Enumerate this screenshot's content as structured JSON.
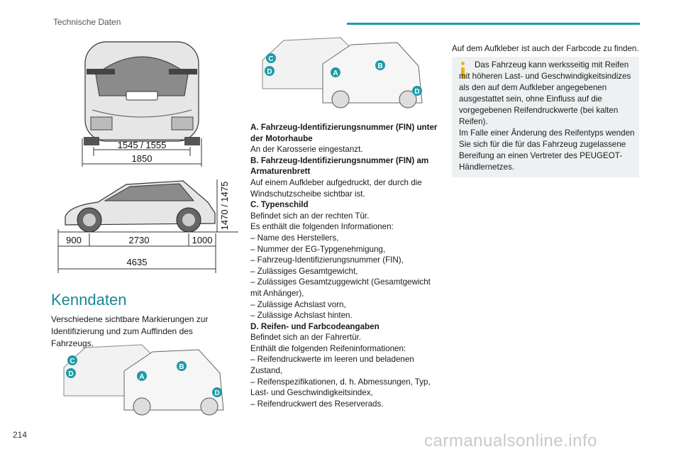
{
  "header": {
    "title": "Technische Daten"
  },
  "page_number": "214",
  "watermark": "carmanualsonline.info",
  "figures": {
    "rear_view": {
      "dim_track": "1545 / 1555",
      "dim_width": "1850"
    },
    "side_view": {
      "dim_height": "1470 / 1475",
      "dim_front": "900",
      "dim_wheelbase": "2730",
      "dim_rear": "1000",
      "dim_length": "4635"
    },
    "labels": [
      "A",
      "B",
      "C",
      "D"
    ]
  },
  "section": {
    "title": "Kenndaten",
    "intro": "Verschiedene sichtbare Markierungen zur Identifizierung und zum Auffinden des Fahrzeugs."
  },
  "column2": [
    {
      "type": "h",
      "text": "A. Fahrzeug-Identifizierungsnummer (FIN) unter der Motorhaube"
    },
    {
      "type": "p",
      "text": "An der Karosserie eingestanzt."
    },
    {
      "type": "h",
      "text": "B. Fahrzeug-Identifizierungsnummer (FIN) am Armaturenbrett"
    },
    {
      "type": "p",
      "text": "Auf einem Aufkleber aufgedruckt, der durch die Windschutzscheibe sichtbar ist."
    },
    {
      "type": "h",
      "text": "C. Typenschild"
    },
    {
      "type": "p",
      "text": "Befindet sich an der rechten Tür."
    },
    {
      "type": "p",
      "text": "Es enthält die folgenden Informationen:"
    },
    {
      "type": "p",
      "text": "– Name des Herstellers,"
    },
    {
      "type": "p",
      "text": "– Nummer der EG-Typgenehmigung,"
    },
    {
      "type": "p",
      "text": "– Fahrzeug-Identifizierungsnummer (FIN),"
    },
    {
      "type": "p",
      "text": "– Zulässiges Gesamtgewicht,"
    },
    {
      "type": "p",
      "text": "– Zulässiges Gesamtzuggewicht (Gesamtgewicht mit Anhänger),"
    },
    {
      "type": "p",
      "text": "– Zulässige Achslast vorn,"
    },
    {
      "type": "p",
      "text": "– Zulässige Achslast hinten."
    },
    {
      "type": "h",
      "text": "D. Reifen- und Farbcodeangaben"
    },
    {
      "type": "p",
      "text": "Befindet sich an der Fahrertür."
    },
    {
      "type": "p",
      "text": "Enthält die folgenden Reifeninformationen:"
    },
    {
      "type": "p",
      "text": "– Reifendruckwerte im leeren und beladenen Zustand,"
    },
    {
      "type": "p",
      "text": "– Reifenspezifikationen, d. h. Abmessungen, Typ, Last- und Geschwindigkeitsindex,"
    },
    {
      "type": "p",
      "text": "– Reifendruckwert des Reserverads."
    }
  ],
  "column3": {
    "intro": "Auf dem Aufkleber ist auch der Farbcode zu finden.",
    "info_lines": [
      "Das Fahrzeug kann werksseitig mit Reifen mit höheren Last- und Geschwindigkeitsindizes als den auf dem Aufkleber angegebenen ausgestattet sein, ohne Einfluss auf die vorgegebenen Reifendruckwerte (bei kalten Reifen).",
      "Im Falle einer Änderung des Reifentyps wenden Sie sich für die für das Fahrzeug zugelassene Bereifung an einen Vertreter des PEUGEOT-Händlernetzes."
    ]
  },
  "colors": {
    "accent": "#1e9aa8",
    "info_icon": "#f0b400",
    "info_bg": "#eef1f2"
  }
}
